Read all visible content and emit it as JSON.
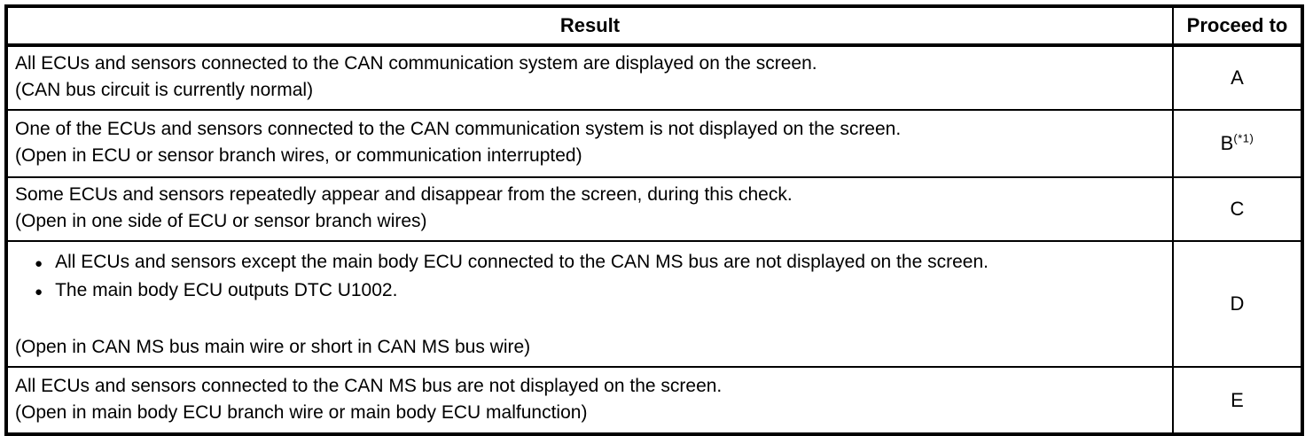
{
  "icons": {
    "bullet": "●"
  },
  "table": {
    "headers": {
      "result": "Result",
      "proceed_to": "Proceed to"
    },
    "rows": [
      {
        "result_lines": [
          "All ECUs and sensors connected to the CAN communication system are displayed on the screen.",
          "(CAN bus circuit is currently normal)"
        ],
        "proceed": "A"
      },
      {
        "result_lines": [
          "One of the ECUs and sensors connected to the CAN communication system is not displayed on the screen.",
          "(Open in ECU or sensor branch wires, or communication interrupted)"
        ],
        "proceed": "B",
        "proceed_sup": "(*1)"
      },
      {
        "result_lines": [
          "Some ECUs and sensors repeatedly appear and disappear from the screen, during this check.",
          "(Open in one side of ECU or sensor branch wires)"
        ],
        "proceed": "C"
      },
      {
        "bullets": [
          "All ECUs and sensors except the main body ECU connected to the CAN MS bus are not displayed on the screen.",
          "The main body ECU outputs DTC U1002."
        ],
        "result_lines": [
          "(Open in CAN MS bus main wire or short in CAN MS bus wire)"
        ],
        "proceed": "D"
      },
      {
        "result_lines": [
          "All ECUs and sensors connected to the CAN MS bus are not displayed on the screen.",
          "(Open in main body ECU branch wire or main body ECU malfunction)"
        ],
        "proceed": "E"
      }
    ]
  }
}
